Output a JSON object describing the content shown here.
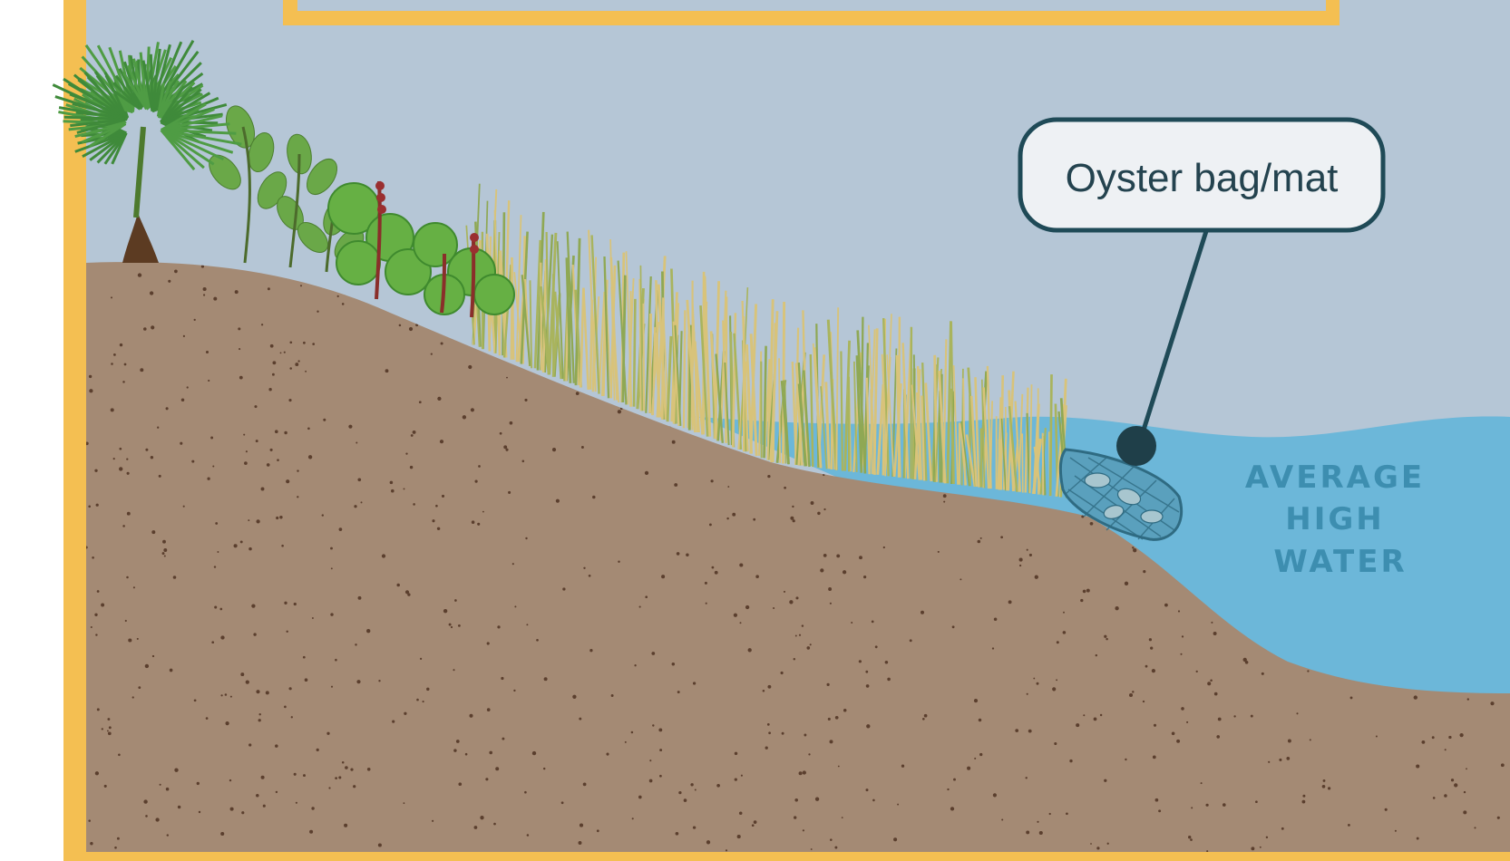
{
  "callout": {
    "label": "Oyster bag/mat"
  },
  "water_label": {
    "lines": [
      "AVERAGE",
      "HIGH",
      "WATER"
    ]
  },
  "colors": {
    "frame": "#f4bf52",
    "sky": "#b5c6d6",
    "soil": "#a48a74",
    "soil_speck": "#5b3f2e",
    "water": "#6cb7d9",
    "water_text": "#3d8eb0",
    "callout_border": "#1f4a57",
    "grass_light": "#d8c37a",
    "grass_green": "#8fa854",
    "leaf": "#5f9e3c",
    "palm": "#3f8a3a"
  },
  "icons": [
    "palm-tree-icon",
    "shrub-icon",
    "sea-grape-icon",
    "marsh-grass-icon",
    "oyster-bag-icon"
  ]
}
